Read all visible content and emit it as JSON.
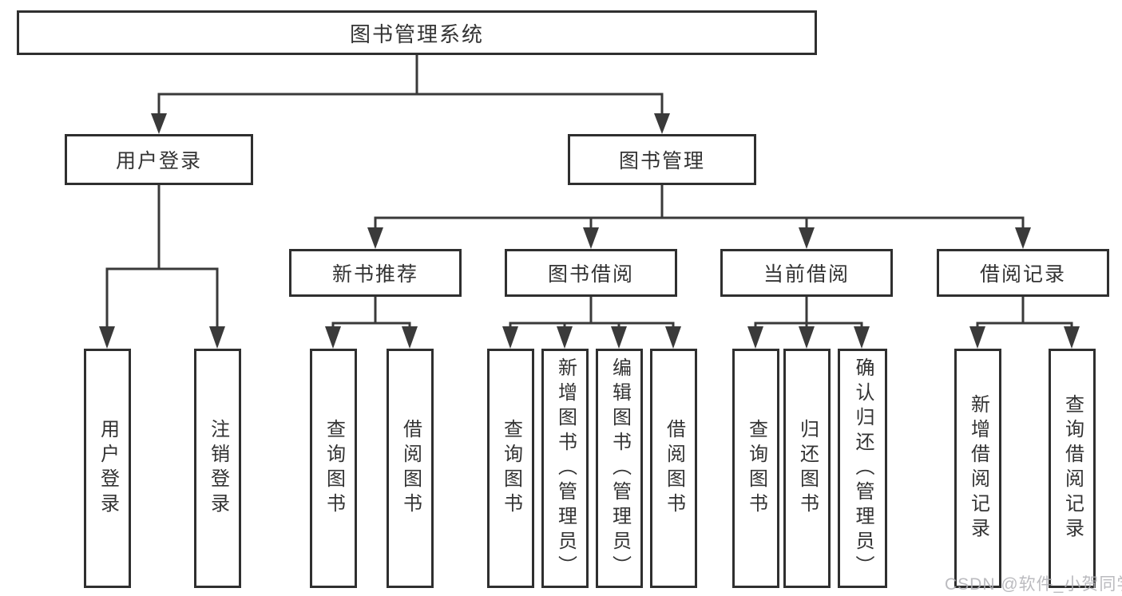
{
  "diagram": {
    "title_node": {
      "label": "图书管理系统"
    },
    "level2": [
      {
        "label": "用户登录"
      },
      {
        "label": "图书管理"
      }
    ],
    "level3": [
      {
        "label": "新书推荐",
        "parent": "图书管理"
      },
      {
        "label": "图书借阅",
        "parent": "图书管理"
      },
      {
        "label": "当前借阅",
        "parent": "图书管理"
      },
      {
        "label": "借阅记录",
        "parent": "图书管理"
      }
    ],
    "leaves": [
      {
        "label": "用户登录",
        "parent": "用户登录"
      },
      {
        "label": "注销登录",
        "parent": "用户登录"
      },
      {
        "label": "查询图书",
        "parent": "新书推荐"
      },
      {
        "label": "借阅图书",
        "parent": "新书推荐"
      },
      {
        "label": "查询图书",
        "parent": "图书借阅"
      },
      {
        "label": "新增图书（管理员）",
        "parent": "图书借阅"
      },
      {
        "label": "编辑图书（管理员）",
        "parent": "图书借阅"
      },
      {
        "label": "借阅图书",
        "parent": "图书借阅"
      },
      {
        "label": "查询图书",
        "parent": "当前借阅"
      },
      {
        "label": "归还图书",
        "parent": "当前借阅"
      },
      {
        "label": "确认归还（管理员）",
        "parent": "当前借阅"
      },
      {
        "label": "新增借阅记录",
        "parent": "借阅记录"
      },
      {
        "label": "查询借阅记录",
        "parent": "借阅记录"
      }
    ]
  },
  "colors": {
    "line": "#3a3a3a",
    "box_border": "#2f2f2f",
    "text": "#333333",
    "watermark": "#b0b0b4",
    "background": "#ffffff"
  },
  "watermark": {
    "text": "CSDN @软件_小贺同学"
  }
}
